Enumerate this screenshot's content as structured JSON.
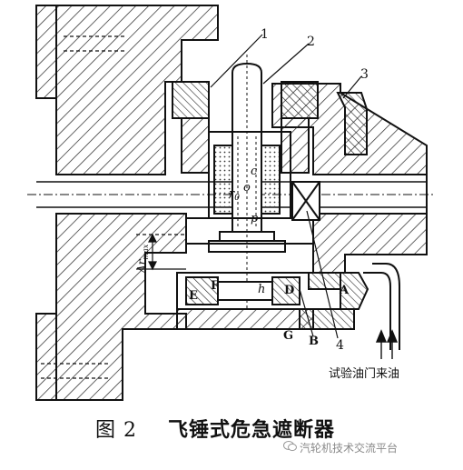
{
  "labels": {
    "callout_1": "1",
    "callout_2": "2",
    "callout_3": "3",
    "callout_4": "4",
    "letter_c": "c",
    "letter_o": "o",
    "letter_p": "p",
    "letter_r0": "r",
    "letter_r0_sub": "0",
    "letter_h": "h",
    "letter_E": "E",
    "letter_F": "F",
    "letter_D": "D",
    "letter_A": "A",
    "letter_G": "G",
    "letter_B": "B",
    "delta_r": "Δr",
    "delta_r_sub": "max",
    "oil_label": "试验油门来油"
  },
  "caption": {
    "figure_number": "图 2",
    "title": "飞锤式危急遮断器"
  },
  "watermark": {
    "text": "汽轮机技术交流平台"
  }
}
